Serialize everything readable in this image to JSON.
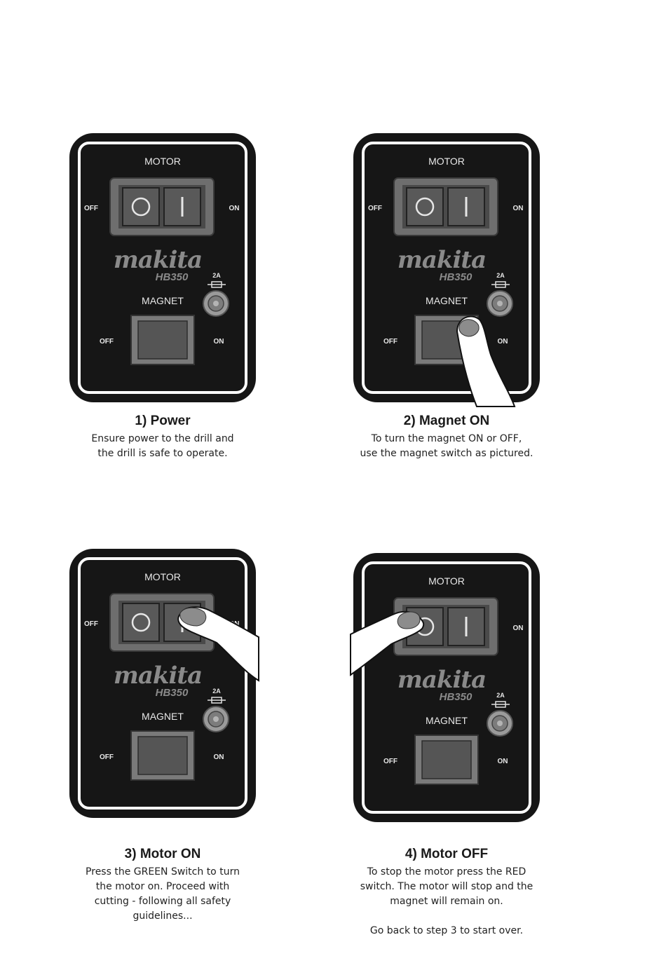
{
  "panel": {
    "motor_label": "MOTOR",
    "off_label": "OFF",
    "on_label": "ON",
    "brand": "makita",
    "model": "HB350",
    "fuse_rating": "2A",
    "magnet_label": "MAGNET",
    "colors": {
      "body": "#161616",
      "frame": "#ffffff",
      "switch_housing": "#6e6e6e",
      "button": "#555555"
    }
  },
  "steps": [
    {
      "title": "1) Power",
      "lines": [
        "Ensure power to the drill and",
        "the drill is safe to operate."
      ],
      "note": ""
    },
    {
      "title": "2) Magnet ON",
      "lines": [
        "To turn the magnet ON or OFF,",
        "use the magnet switch as pictured."
      ],
      "note": ""
    },
    {
      "title": "3) Motor ON",
      "lines": [
        "Press the GREEN Switch to turn",
        "the motor on. Proceed with",
        "cutting - following all safety",
        "guidelines..."
      ],
      "note": ""
    },
    {
      "title": "4) Motor OFF",
      "lines": [
        "To stop the motor press the RED",
        "switch. The motor will stop and the",
        "magnet will remain on."
      ],
      "note": "Go back to step 3 to start over."
    }
  ]
}
